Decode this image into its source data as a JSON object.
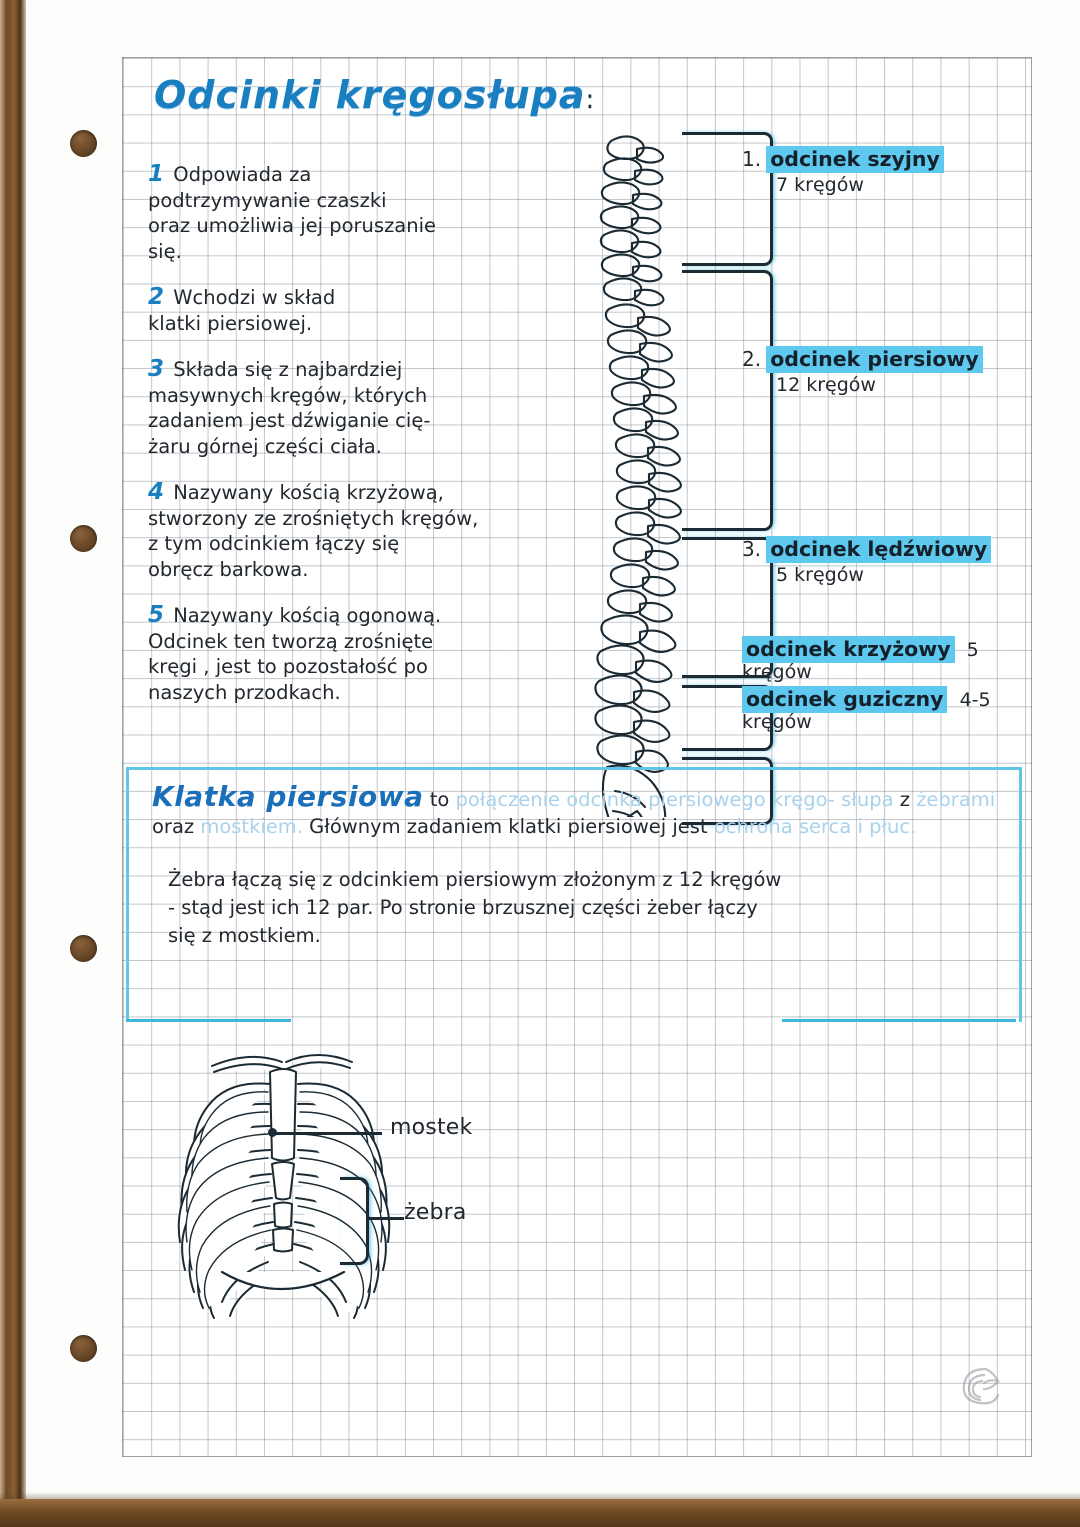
{
  "page": {
    "title": "Odcinki kręgosłupa",
    "title_colon": ":"
  },
  "notes": {
    "items": [
      {
        "number": "1",
        "lines": [
          "Odpowiada za",
          "podtrzymywanie czaszki",
          "oraz umożliwia jej poruszanie",
          "się."
        ]
      },
      {
        "number": "2",
        "lines": [
          "Wchodzi w skład",
          "klatki piersiowej."
        ]
      },
      {
        "number": "3",
        "lines": [
          "Składa się z najbardziej",
          "masywnych kręgów, których",
          "zadaniem jest dźwiganie cię-",
          "żaru górnej części ciała."
        ]
      },
      {
        "number": "4",
        "lines": [
          "Nazywany kością krzyżową,",
          "stworzony ze zrośniętych kręgów,",
          "z tym odcinkiem łączy się",
          "obręcz barkowa."
        ]
      },
      {
        "number": "5",
        "lines": [
          "Nazywany kością ogonową.",
          "Odcinek ten tworzą zrośnięte",
          "kręgi , jest to pozostałość po",
          "naszych przodkach."
        ]
      }
    ]
  },
  "spine_labels": [
    {
      "index": "1.",
      "highlight": "odcinek szyjny",
      "sub": "7 kręgów",
      "after": ""
    },
    {
      "index": "2.",
      "highlight": "odcinek piersiowy",
      "sub": "12 kręgów",
      "after": ""
    },
    {
      "index": "3.",
      "highlight": "odcinek lędźwiowy",
      "sub": "5 kręgów",
      "after": ""
    },
    {
      "index": "",
      "highlight": "odcinek krzyżowy",
      "sub": "",
      "after": "5 kręgów"
    },
    {
      "index": "",
      "highlight": "odcinek guziczny",
      "sub": "",
      "after": "4-5 kręgów"
    }
  ],
  "thorax_box": {
    "heading": "Klatka piersiowa",
    "p1": {
      "s1": "to ",
      "f1": "połączenie odcinka piersiowego kręgo-",
      "f2": "słupa",
      "s2": " z ",
      "f3": "żebrami",
      "s3": " oraz ",
      "f4": "mostkiem.",
      "s4": " Głównym zadaniem klatki piersiowej",
      "s5": "jest ",
      "f5": "ochrona serca i płuc."
    },
    "p2_lines": [
      "Żebra łączą się z odcinkiem piersiowym złożonym z 12 kręgów",
      "- stąd jest ich 12 par. Po stronie brzusznej części żeber łączy",
      "się z mostkiem."
    ]
  },
  "ribcage_labels": {
    "sternum": "mostek",
    "ribs": "żebra"
  },
  "colors": {
    "accent_blue": "#1a7fc1",
    "highlight_cyan": "#5ec8ef",
    "box_border": "#5fc6e8",
    "faded_blue": "#a8d2ec",
    "ink": "#22282e"
  }
}
